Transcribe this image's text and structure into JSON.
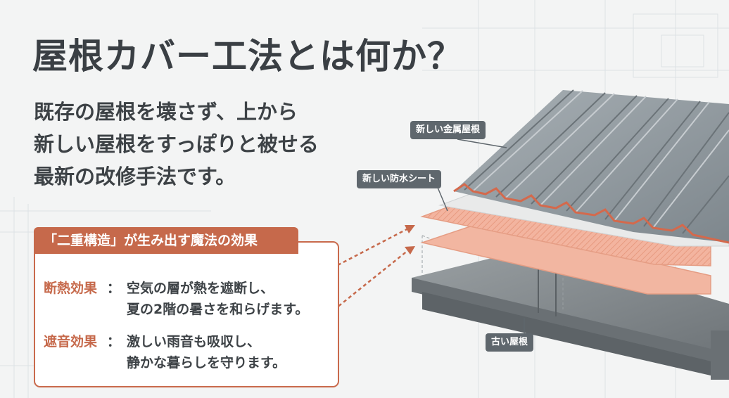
{
  "title": "屋根カバー工法とは何か？",
  "lead": {
    "line1": "既存の屋根を壊さず、上から",
    "line2": "新しい屋根をすっぽりと被せる",
    "line3": "最新の改修手法です。"
  },
  "effects_box": {
    "header": "「二重構造」が生み出す魔法の効果",
    "items": [
      {
        "label": "断熱効果",
        "colon": "：",
        "desc_line1": "空気の層が熱を遮断し、",
        "desc_line2": "夏の2階の暑さを和らげます。"
      },
      {
        "label": "遮音効果",
        "colon": "：",
        "desc_line1": "激しい雨音も吸収し、",
        "desc_line2": "静かな暮らしを守ります。"
      }
    ]
  },
  "diagram": {
    "labels": {
      "new_metal_roof": "新しい金属屋根",
      "new_waterproof_sheet": "新しい防水シート",
      "old_roof": "古い屋根"
    }
  },
  "colors": {
    "accent": "#c6694b",
    "text_dark": "#3a3f44",
    "label_bg": "#5f676d",
    "metal": "#8e979d",
    "sheet": "#f0b5a2"
  }
}
